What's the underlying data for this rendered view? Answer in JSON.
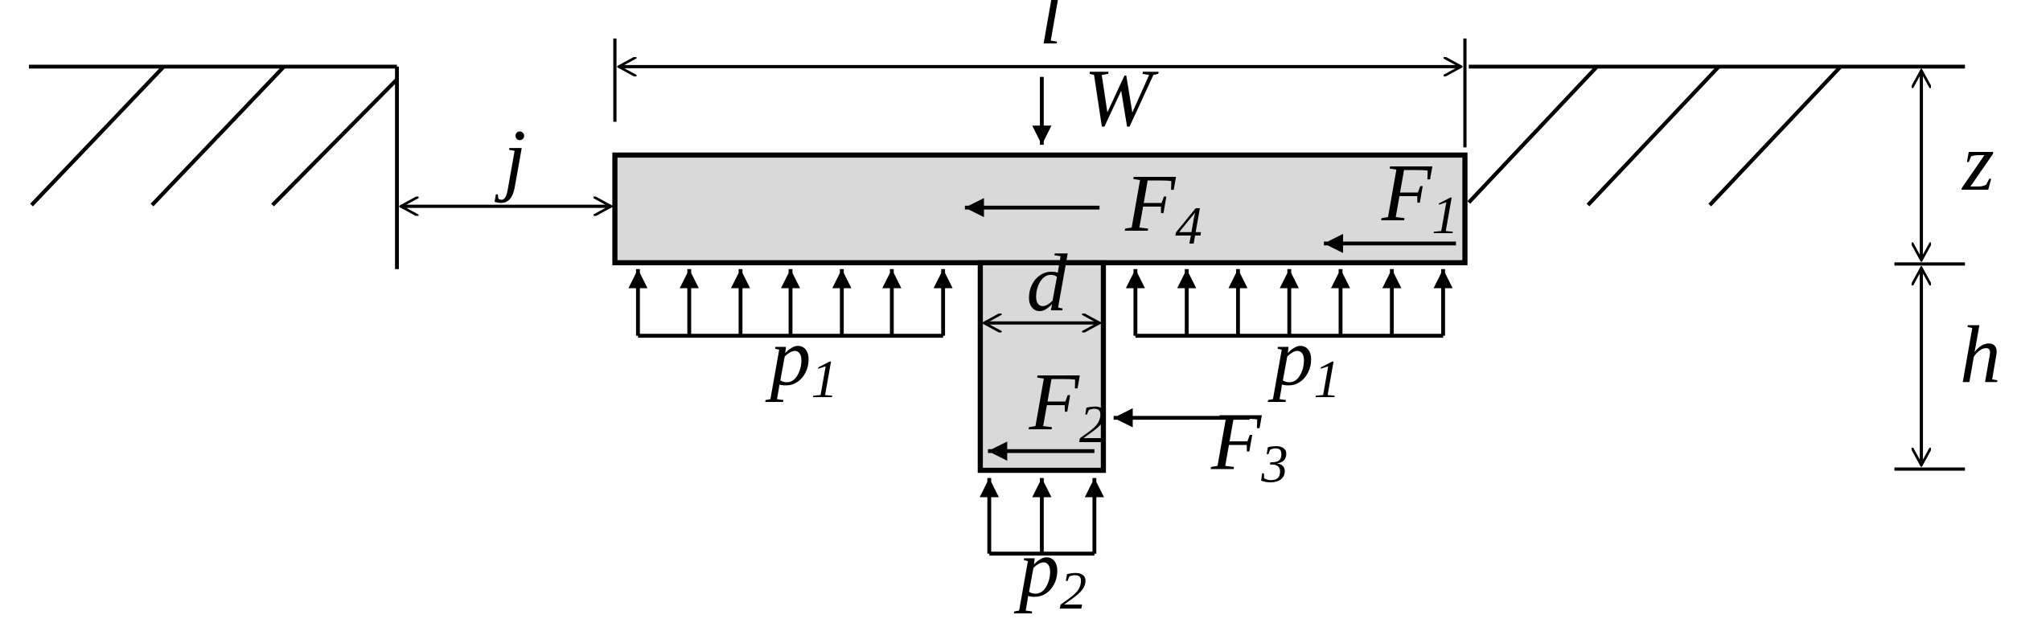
{
  "colors": {
    "stroke": "#000000",
    "body_fill": "#d9d9d9",
    "background": "#ffffff"
  },
  "labels": {
    "l": "l",
    "W": "W",
    "j": "j",
    "d": "d",
    "z": "z",
    "h": "h",
    "F1": {
      "base": "F",
      "sub": "1"
    },
    "F2": {
      "base": "F",
      "sub": "2"
    },
    "F3": {
      "base": "F",
      "sub": "3"
    },
    "F4": {
      "base": "F",
      "sub": "4"
    },
    "p1_left": {
      "base": "p",
      "sub": "1"
    },
    "p1_right": {
      "base": "p",
      "sub": "1"
    },
    "p2": {
      "base": "p",
      "sub": "2"
    }
  }
}
